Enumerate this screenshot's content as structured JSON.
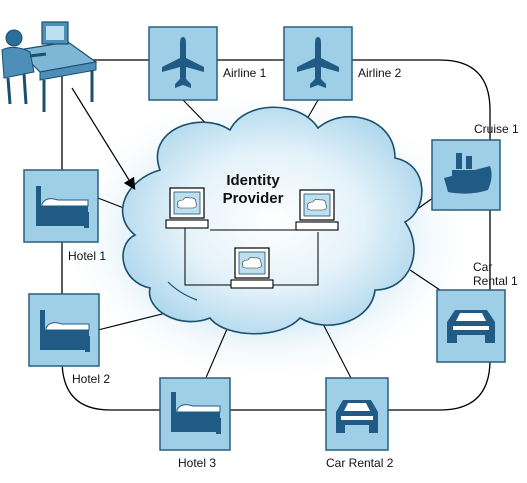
{
  "center": {
    "title_line1": "Identity",
    "title_line2": "Provider"
  },
  "nodes": {
    "airline1": {
      "label": "Airline 1",
      "icon": "airplane-icon"
    },
    "airline2": {
      "label": "Airline 2",
      "icon": "airplane-icon"
    },
    "cruise1": {
      "label": "Cruise 1",
      "icon": "ship-icon"
    },
    "car_rental1": {
      "label_line1": "Car",
      "label_line2": "Rental 1",
      "icon": "car-icon"
    },
    "car_rental2": {
      "label": "Car Rental 2",
      "icon": "car-icon"
    },
    "hotel1": {
      "label": "Hotel 1",
      "icon": "bed-icon"
    },
    "hotel2": {
      "label": "Hotel 2",
      "icon": "bed-icon"
    },
    "hotel3": {
      "label": "Hotel 3",
      "icon": "bed-icon"
    },
    "user": {
      "icon": "user-at-desk-icon"
    }
  },
  "colors": {
    "box_fill": "#9fcfe6",
    "box_border": "#2a5f80",
    "icon_fill": "#1f5b85",
    "cloud_fill": "#c9e6f4",
    "line": "#000000"
  }
}
